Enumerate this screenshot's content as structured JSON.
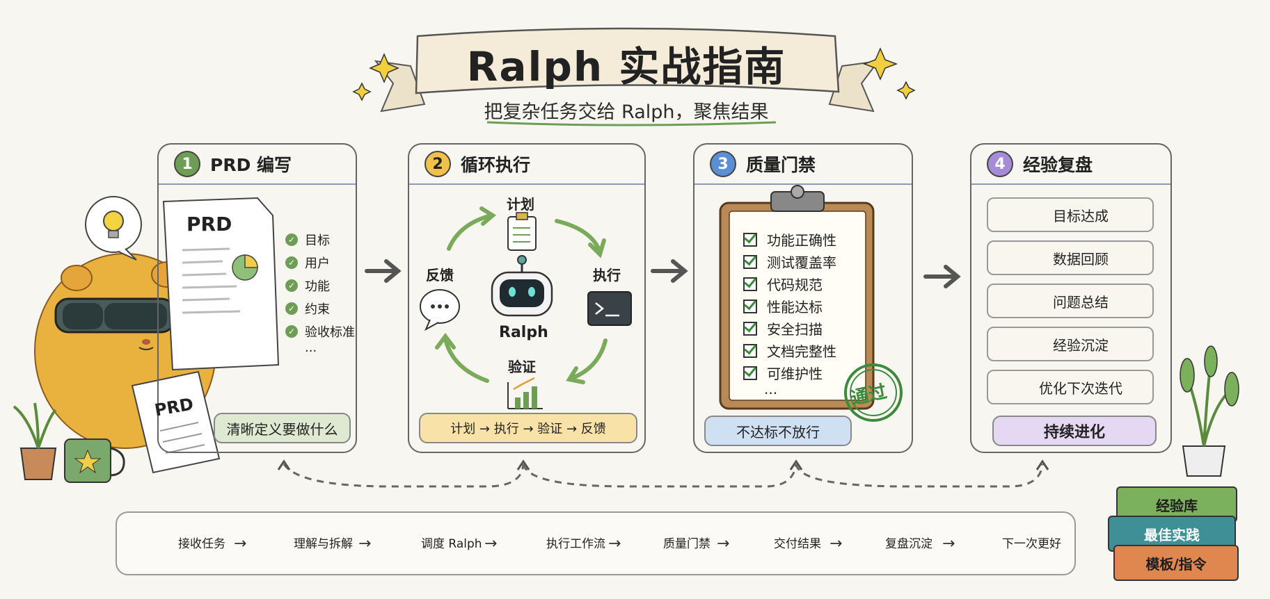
{
  "header": {
    "title": "Ralph 实战指南",
    "subtitle": "把复杂任务交给 Ralph，聚焦结果"
  },
  "colors": {
    "step1": "#6e9e55",
    "step2": "#f0c14b",
    "step3": "#5a8fd6",
    "step4": "#a58bd8",
    "pill1": "#dfe9d2",
    "pill2": "#f8e2a8",
    "pill3": "#cfe0f3",
    "pill4": "#e4d8f3"
  },
  "cards": [
    {
      "num": "1",
      "title": "PRD 编写",
      "doc_label": "PRD",
      "notepad_label": "PRD",
      "checklist": [
        "目标",
        "用户",
        "功能",
        "约束",
        "验收标准",
        "..."
      ],
      "footer": "清晰定义要做什么"
    },
    {
      "num": "2",
      "title": "循环执行",
      "cycle": {
        "plan": "计划",
        "execute": "执行",
        "verify": "验证",
        "feedback": "反馈",
        "center": "Ralph"
      },
      "footer": "计划 → 执行 → 验证 → 反馈"
    },
    {
      "num": "3",
      "title": "质量门禁",
      "checks": [
        "功能正确性",
        "测试覆盖率",
        "代码规范",
        "性能达标",
        "安全扫描",
        "文档完整性",
        "可维护性",
        "..."
      ],
      "stamp": "通过",
      "footer": "不达标不放行"
    },
    {
      "num": "4",
      "title": "经验复盘",
      "items": [
        "目标达成",
        "数据回顾",
        "问题总结",
        "经验沉淀",
        "优化下次迭代"
      ],
      "footer": "持续进化"
    }
  ],
  "workflow": [
    {
      "label": "接收任务",
      "icon": "document-icon"
    },
    {
      "label": "理解与拆解",
      "icon": "checklist-icon"
    },
    {
      "label": "调度 Ralph",
      "icon": "robot-icon"
    },
    {
      "label": "执行工作流",
      "icon": "gear-icon"
    },
    {
      "label": "质量门禁",
      "icon": "shield-icon"
    },
    {
      "label": "交付结果",
      "icon": "package-icon"
    },
    {
      "label": "复盘沉淀",
      "icon": "notebook-icon"
    },
    {
      "label": "下一次更好",
      "icon": "rocket-icon"
    }
  ],
  "books": [
    "经验库",
    "最佳实践",
    "模板/指令"
  ]
}
